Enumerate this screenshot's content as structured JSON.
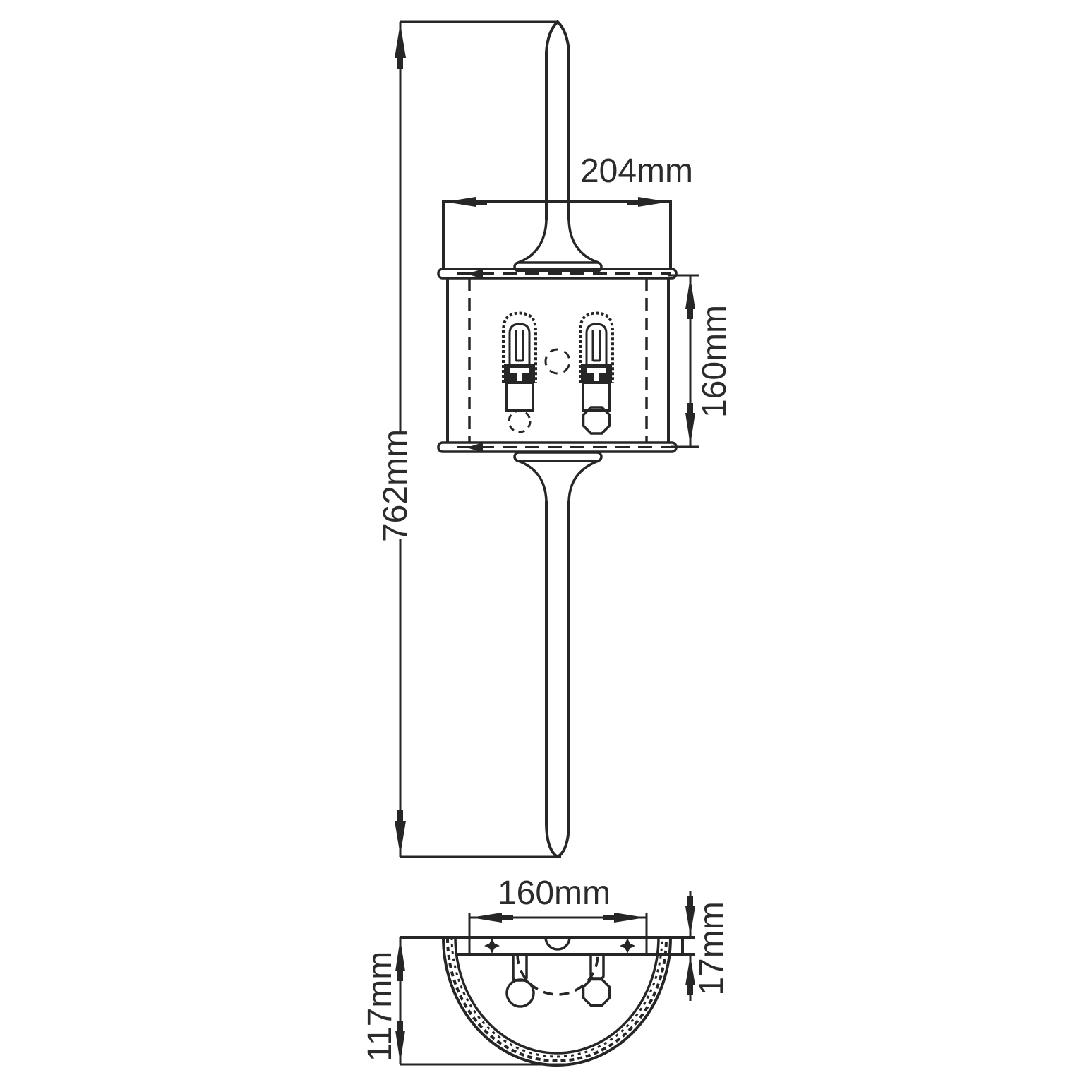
{
  "colors": {
    "ink": "#262626",
    "paper": "#ffffff",
    "text": "#2b2b2b"
  },
  "front_view": {
    "dims": {
      "overall_height": "762mm",
      "shade_width": "204mm",
      "shade_height": "160mm"
    }
  },
  "bottom_view": {
    "dims": {
      "fitting_width": "160mm",
      "plate_thickness": "17mm",
      "projection": "117mm"
    }
  }
}
